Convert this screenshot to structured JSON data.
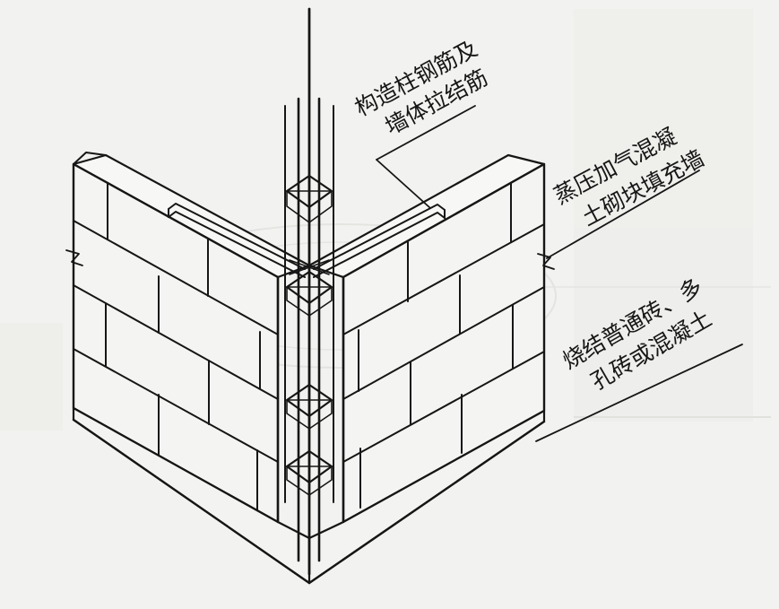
{
  "labels": {
    "column_rebar": {
      "line1": "构造柱钢筋及",
      "line2": "墙体拉结筋"
    },
    "aerated_block": {
      "line1": "蒸压加气混凝",
      "line2": "土砌块填充墙"
    },
    "fired_brick": {
      "line1": "烧结普通砖、多",
      "line2": "孔砖或混凝土"
    }
  },
  "colors": {
    "ink": "#161616",
    "paper": "#f2f2f0",
    "ghost": "#c9c9c6"
  }
}
